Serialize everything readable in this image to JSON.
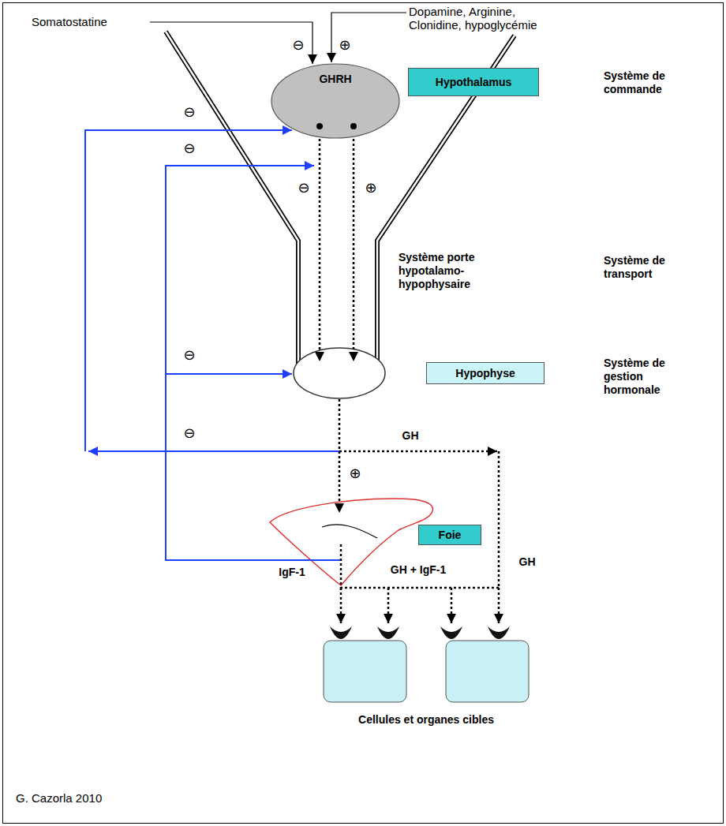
{
  "diagram": {
    "nodes": [
      {
        "text": [
          "GHRH"
        ]
      },
      {
        "text": [
          "Hypothalamus"
        ]
      },
      {
        "text": [
          "Hypophyse"
        ]
      },
      {
        "text": [
          "Foie"
        ]
      }
    ],
    "labels": [
      "Somatostatine",
      "Dopamine, Arginine, Clonidine, hypoglycémie",
      "⊖",
      "⊕",
      "Système de commande",
      "⊖",
      "⊖",
      "⊖",
      "⊕",
      "Système porte hypotalamo-hypophysaire",
      "Système de transport",
      "⊖",
      "Système de gestion hormonale",
      "⊖",
      "GH",
      "⊕",
      "GH",
      "IgF-1",
      "GH + IgF-1",
      "Cellules et organes cibles",
      "G. Cazorla 2010"
    ]
  }
}
